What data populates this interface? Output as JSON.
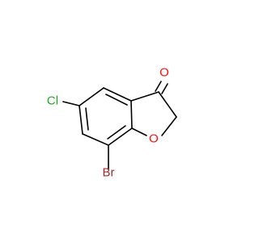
{
  "molecule": {
    "atoms": [
      {
        "symbol": "O",
        "color": "#ff0d0d"
      },
      {
        "symbol": "Cl",
        "color": "#1fa81f"
      },
      {
        "symbol": "O",
        "color": "#ff0d0d"
      },
      {
        "symbol": "Br",
        "color": "#a62929"
      }
    ]
  }
}
